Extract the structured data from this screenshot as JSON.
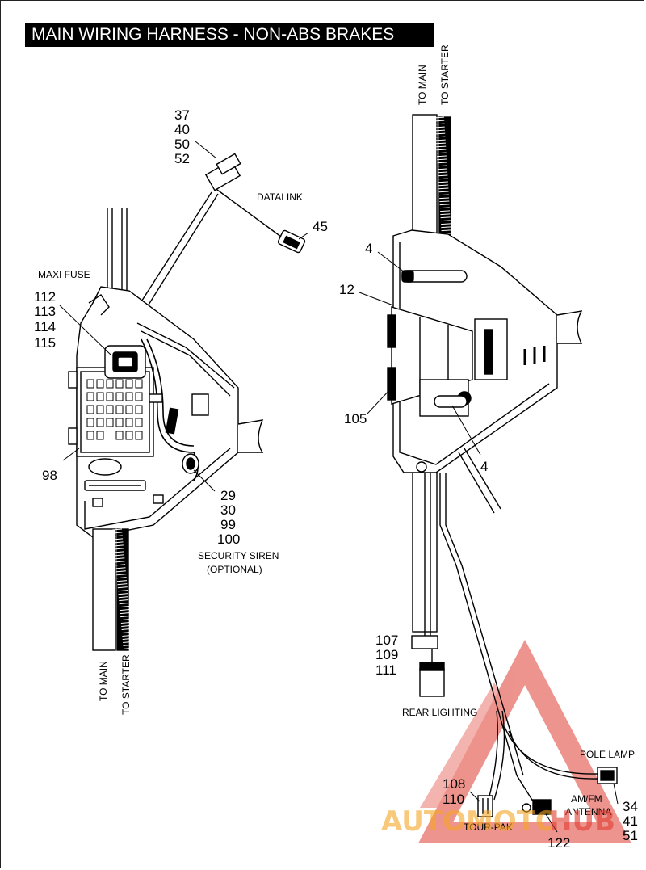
{
  "title": "MAIN WIRING HARNESS - NON-ABS BRAKES",
  "left_view": {
    "refs_top": [
      "37",
      "40",
      "50",
      "52"
    ],
    "datalink": "DATALINK",
    "ref_datalink": "45",
    "maxi_fuse": "MAXI FUSE",
    "refs_fuse": [
      "112",
      "113",
      "114",
      "115"
    ],
    "ref_98": "98",
    "refs_siren": [
      "29",
      "30",
      "99",
      "100"
    ],
    "security_siren": "SECURITY SIREN",
    "optional": "(OPTIONAL)",
    "to_main": "TO MAIN",
    "to_starter": "TO STARTER"
  },
  "right_view": {
    "to_main": "TO MAIN",
    "to_starter": "TO STARTER",
    "ref_4a": "4",
    "ref_12": "12",
    "ref_105": "105",
    "ref_4b": "4",
    "refs_rear": [
      "107",
      "109",
      "111"
    ],
    "rear_lighting": "REAR LIGHTING",
    "pole_lamp": "POLE LAMP",
    "refs_tour": [
      "108",
      "110"
    ],
    "tour_pak": "TOUR-PAK",
    "am_fm": "AM/FM",
    "antenna": "ANTENNA",
    "ref_122": "122",
    "refs_pole": [
      "34",
      "41",
      "51"
    ]
  },
  "watermark": {
    "text_a": "AUTOMOTO",
    "text_b": "HUB",
    "color_orange": "#f5a623",
    "color_red": "#e03c31"
  }
}
